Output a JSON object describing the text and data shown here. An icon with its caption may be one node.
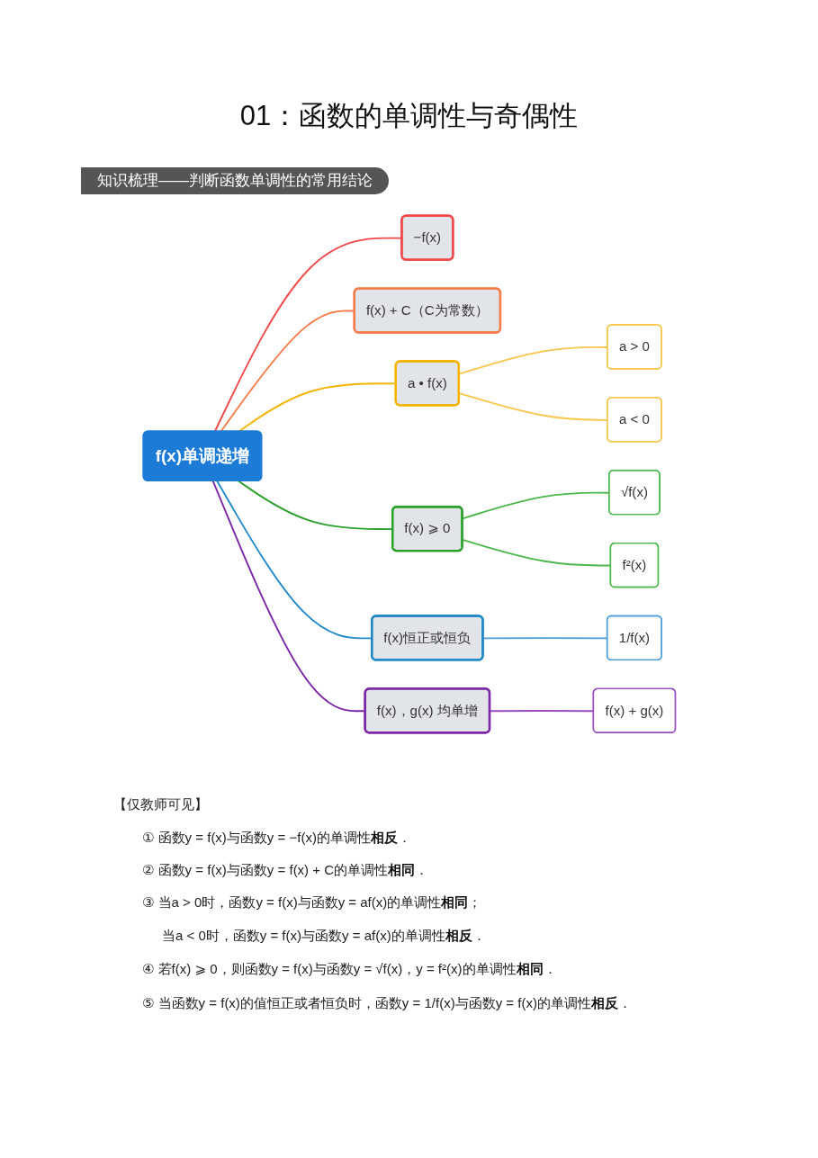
{
  "diagram": {
    "title": "01：函数的单调性与奇偶性",
    "nodes": [
      {
        "text": [
          "f(x)单调递增"
        ]
      },
      {
        "text": [
          "−f(x)"
        ]
      },
      {
        "text": [
          "f(x) + C（C为常数）"
        ]
      },
      {
        "text": [
          "a • f(x)"
        ]
      },
      {
        "text": [
          "a > 0"
        ]
      },
      {
        "text": [
          "a < 0"
        ]
      },
      {
        "text": [
          "f(x) ⩾ 0"
        ]
      },
      {
        "text": [
          "√f(x)"
        ]
      },
      {
        "text": [
          "f²(x)"
        ]
      },
      {
        "text": [
          "f(x)恒正或恒负"
        ]
      },
      {
        "text": [
          "1/f(x)"
        ]
      },
      {
        "text": [
          "f(x)，g(x) 均单增"
        ]
      },
      {
        "text": [
          "f(x) + g(x)"
        ]
      }
    ],
    "edges": [
      {
        "from": 0,
        "to": 1,
        "arrow": "none",
        "color": "#f04848"
      },
      {
        "from": 0,
        "to": 2,
        "arrow": "none",
        "color": "#f57c4a"
      },
      {
        "from": 0,
        "to": 3,
        "arrow": "none",
        "color": "#f4b400"
      },
      {
        "from": 3,
        "to": 4,
        "arrow": "none",
        "color": "#f7c64a"
      },
      {
        "from": 3,
        "to": 5,
        "arrow": "none",
        "color": "#f7c64a"
      },
      {
        "from": 0,
        "to": 6,
        "arrow": "none",
        "color": "#2aa12a"
      },
      {
        "from": 6,
        "to": 7,
        "arrow": "none",
        "color": "#4cb84c"
      },
      {
        "from": 6,
        "to": 8,
        "arrow": "none",
        "color": "#4cb84c"
      },
      {
        "from": 0,
        "to": 9,
        "arrow": "none",
        "color": "#1f88c8"
      },
      {
        "from": 9,
        "to": 10,
        "arrow": "none",
        "color": "#4a9ed8"
      },
      {
        "from": 0,
        "to": 11,
        "arrow": "none",
        "color": "#7a26a6"
      },
      {
        "from": 11,
        "to": 12,
        "arrow": "none",
        "color": "#9a4cc0"
      }
    ],
    "labels": [
      "知识梳理——判断函数单调性的常用结论",
      "【仅教师可见】",
      "① 函数y = f(x)与函数y = −f(x)的单调性**相反**．",
      "② 函数y = f(x)与函数y = f(x) + C的单调性**相同**．",
      "③ 当a > 0时，函数y = f(x)与函数y = af(x)的单调性**相同**；",
      "当a < 0时，函数y = f(x)与函数y = af(x)的单调性**相反**．",
      "④ 若f(x) ⩾ 0，则函数y = f(x)与函数y = √f(x)，y = f²(x)的单调性**相同**．",
      "⑤ 当函数y = f(x)的值恒正或者恒负时，函数y = 1/f(x)与函数y = f(x)的单调性**相反**．"
    ]
  }
}
